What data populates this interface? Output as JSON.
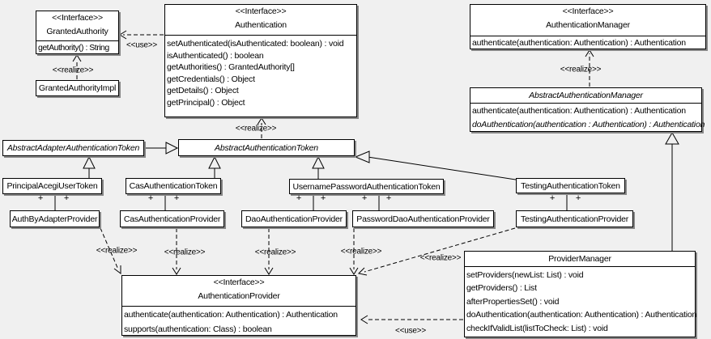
{
  "colors": {
    "background": "#f0f0f0",
    "box_fill": "#ffffff",
    "line": "#000000",
    "shadow": "#878787"
  },
  "labels": {
    "realize": "<<realize>>",
    "use": "<<use>>",
    "plus": "+"
  },
  "classes": {
    "granted_authority": {
      "stereotype": "<<Interface>>",
      "name": "GrantedAuthority",
      "methods": [
        "getAuthority() : String"
      ]
    },
    "granted_authority_impl": {
      "name": "GrantedAuthorityImpl"
    },
    "authentication": {
      "stereotype": "<<Interface>>",
      "name": "Authentication",
      "methods": [
        "setAuthenticated(isAuthenticated: boolean) : void",
        "isAuthenticated() : boolean",
        "getAuthorities() : GrantedAuthority[]",
        "getCredentials() : Object",
        "getDetails() : Object",
        "getPrincipal() : Object"
      ]
    },
    "authentication_manager": {
      "stereotype": "<<Interface>>",
      "name": "AuthenticationManager",
      "methods": [
        "authenticate(authentication: Authentication) : Authentication"
      ]
    },
    "abstract_authentication_manager": {
      "name": "AbstractAuthenticationManager",
      "methods": [
        "authenticate(authentication: Authentication) : Authentication",
        "doAuthentication(authentication : Authentication) : Authentication"
      ]
    },
    "abstract_adapter_authentication_token": {
      "name": "AbstractAdapterAuthenticationToken"
    },
    "abstract_authentication_token": {
      "name": "AbstractAuthenticationToken"
    },
    "principal_acegi_user_token": {
      "name": "PrincipalAcegiUserToken"
    },
    "cas_authentication_token": {
      "name": "CasAuthenticationToken"
    },
    "username_password_authentication_token": {
      "name": "UsernamePasswordAuthenticationToken"
    },
    "testing_authentication_token": {
      "name": "TestingAuthenticationToken"
    },
    "auth_by_adapter_provider": {
      "name": "AuthByAdapterProvider"
    },
    "cas_authentication_provider": {
      "name": "CasAuthenticationProvider"
    },
    "dao_authentication_provider": {
      "name": "DaoAuthenticationProvider"
    },
    "password_dao_authentication_provider": {
      "name": "PasswordDaoAuthenticationProvider"
    },
    "testing_authentication_provider": {
      "name": "TestingAuthenticationProvider"
    },
    "authentication_provider": {
      "stereotype": "<<Interface>>",
      "name": "AuthenticationProvider",
      "methods": [
        "authenticate(authentication: Authentication) : Authentication",
        "supports(authentication: Class) : boolean"
      ]
    },
    "provider_manager": {
      "name": "ProviderManager",
      "methods": [
        "setProviders(newList: List) : void",
        "getProviders() : List",
        "afterPropertiesSet() : void",
        "doAuthentication(authentication: Authentication) : Authentication",
        "checkIfValidList(listToCheck: List) : void"
      ]
    }
  }
}
